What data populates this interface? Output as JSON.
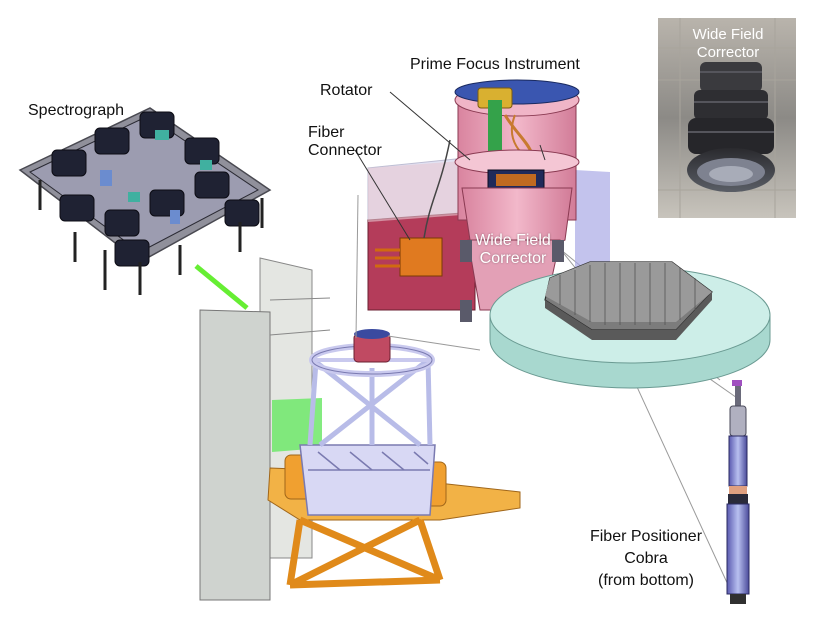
{
  "labels": {
    "spectrograph": "Spectrograph",
    "prime_focus": "Prime Focus Instrument",
    "rotator": "Rotator",
    "fiber_connector_1": "Fiber",
    "fiber_connector_2": "Connector",
    "wfc_inner_1": "Wide Field",
    "wfc_inner_2": "Corrector",
    "wfc_photo_1": "Wide Field",
    "wfc_photo_2": "Corrector",
    "cobra_1": "Fiber Positioner",
    "cobra_2": "Cobra",
    "cobra_3": "(from bottom)"
  },
  "colors": {
    "instrument_pink": "#e8a0b8",
    "instrument_dark": "#b43c5a",
    "corrector_blue": "#a9a9e6",
    "plate_teal": "#cdeee8",
    "telescope_white": "#d8d8f4",
    "mount_orange": "#f0a030",
    "fiber_green": "#66ee33",
    "connector_orange": "#e07a20",
    "dome_gray": "#cfd3cf"
  }
}
